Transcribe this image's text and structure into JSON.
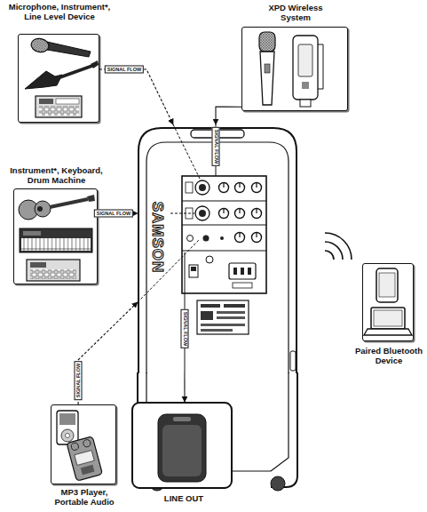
{
  "diagram": {
    "nodes": [
      {
        "text": [
          "Microphone, Instrument*, Line Level Device"
        ]
      },
      {
        "text": [
          "XPD Wireless System"
        ]
      },
      {
        "text": [
          "Instrument*, Keyboard, Drum Machine"
        ]
      },
      {
        "text": [
          "SAMSON"
        ]
      },
      {
        "text": [
          "Paired Bluetooth Device"
        ]
      },
      {
        "text": [
          "MP3 Player, Portable Audio"
        ]
      },
      {
        "text": [
          "LINE OUT"
        ]
      }
    ],
    "edges": [
      {
        "from": 0,
        "to": 3,
        "arrow": "to",
        "label": "SIGNAL FLOW"
      },
      {
        "from": 1,
        "to": 3,
        "arrow": "to",
        "label": "SIGNAL FLOW"
      },
      {
        "from": 2,
        "to": 3,
        "arrow": "to",
        "label": "SIGNAL FLOW"
      },
      {
        "from": 5,
        "to": 3,
        "arrow": "to",
        "label": "SIGNAL FLOW"
      },
      {
        "from": 3,
        "to": 6,
        "arrow": "to",
        "label": "SIGNAL FLOW"
      }
    ]
  }
}
